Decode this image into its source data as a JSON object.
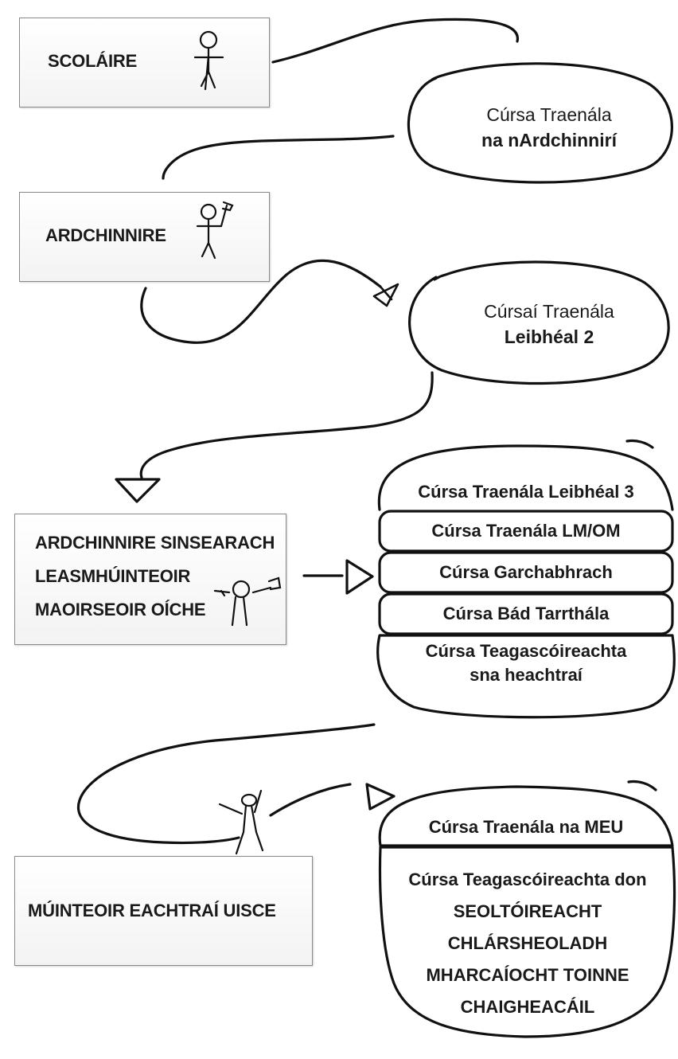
{
  "boxes": {
    "scolaire": "SCOLÁIRE",
    "ardchinnire": "ARDCHINNIRE",
    "senior_roles": [
      "ARDCHINNIRE SINSEARACH",
      "LEASMHÚINTEOIR",
      "MAOIRSEOIR OÍCHE"
    ],
    "muinteoir": "MÚINTEOIR EACHTRAÍ UISCE"
  },
  "ovals": {
    "first": {
      "line1": "Cúrsa Traenála",
      "line2": "na nArdchinnirí"
    },
    "second": {
      "line1": "Cúrsaí Traenála",
      "line2": "Leibhéal 2"
    }
  },
  "stack1": [
    "Cúrsa Traenála Leibhéal 3",
    "Cúrsa Traenála LM/OM",
    "Cúrsa Garchabhrach",
    "Cúrsa Bád Tarrthála",
    "Cúrsa Teagascóireachta",
    "sna heachtraí"
  ],
  "stack2": {
    "top": "Cúrsa Traenála na MEU",
    "bottom": [
      "Cúrsa Teagascóireachta don",
      "SEOLTÓIREACHT",
      "CHLÁRSHEOLADH",
      "MHARCAÍOCHT TOINNE",
      "CHAIGHEACÁIL"
    ]
  },
  "icons": [
    "student-figure-icon",
    "leader-figure-icon",
    "senior-figure-icon",
    "instructor-figure-icon"
  ]
}
